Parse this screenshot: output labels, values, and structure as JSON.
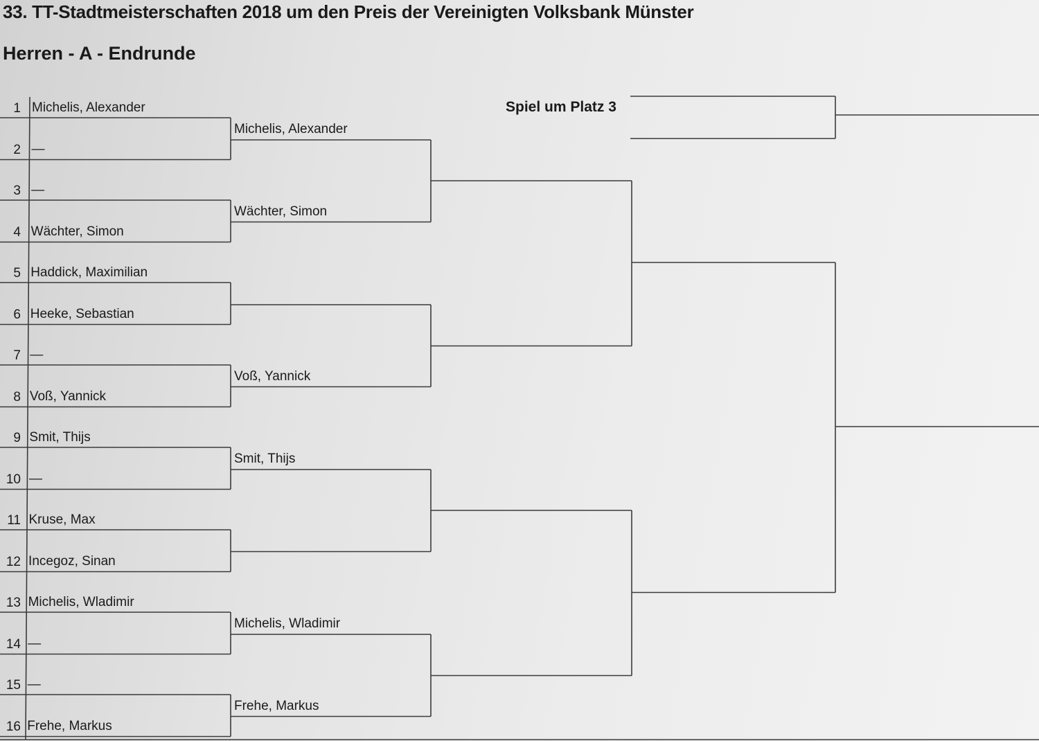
{
  "title": "33. TT-Stadtmeisterschaften 2018 um den Preis der Vereinigten Volksbank Münster",
  "subtitle": "Herren - A - Endrunde",
  "third_place_label": "Spiel um Platz 3",
  "entrants": [
    {
      "seed": "1",
      "name": "Michelis, Alexander"
    },
    {
      "seed": "2",
      "name": "—"
    },
    {
      "seed": "3",
      "name": "—"
    },
    {
      "seed": "4",
      "name": "Wächter, Simon"
    },
    {
      "seed": "5",
      "name": "Haddick, Maximilian"
    },
    {
      "seed": "6",
      "name": "Heeke, Sebastian"
    },
    {
      "seed": "7",
      "name": "—"
    },
    {
      "seed": "8",
      "name": "Voß, Yannick"
    },
    {
      "seed": "9",
      "name": "Smit, Thijs"
    },
    {
      "seed": "10",
      "name": "—"
    },
    {
      "seed": "11",
      "name": "Kruse, Max"
    },
    {
      "seed": "12",
      "name": "Incegoz, Sinan"
    },
    {
      "seed": "13",
      "name": "Michelis, Wladimir"
    },
    {
      "seed": "14",
      "name": "—"
    },
    {
      "seed": "15",
      "name": "—"
    },
    {
      "seed": "16",
      "name": "Frehe, Markus"
    }
  ],
  "round2": [
    "Michelis, Alexander",
    "Wächter, Simon",
    "",
    "Voß, Yannick",
    "Smit, Thijs",
    "",
    "Michelis, Wladimir",
    "Frehe, Markus"
  ]
}
